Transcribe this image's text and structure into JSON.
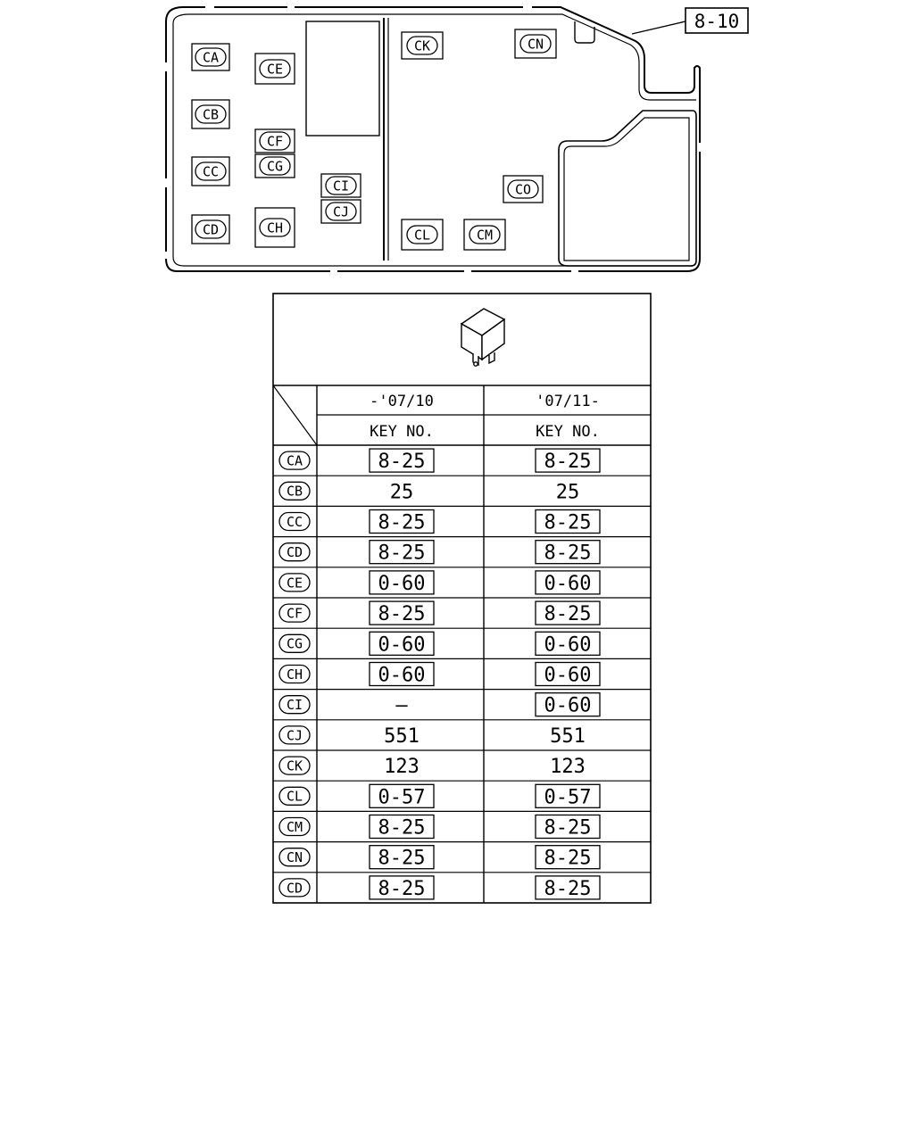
{
  "callout": "8-10",
  "box_labels": {
    "CA": "CA",
    "CB": "CB",
    "CC": "CC",
    "CD": "CD",
    "CE": "CE",
    "CF": "CF",
    "CG": "CG",
    "CH": "CH",
    "CI": "CI",
    "CJ": "CJ",
    "CK": "CK",
    "CL": "CL",
    "CM": "CM",
    "CN": "CN",
    "CO": "CO"
  },
  "table": {
    "columns": [
      "-'07/10",
      "'07/11-"
    ],
    "subheader": "KEY NO.",
    "rows": [
      {
        "code": "CA",
        "values": [
          {
            "text": "8-25",
            "boxed": true
          },
          {
            "text": "8-25",
            "boxed": true
          }
        ]
      },
      {
        "code": "CB",
        "values": [
          {
            "text": "25",
            "boxed": false
          },
          {
            "text": "25",
            "boxed": false
          }
        ]
      },
      {
        "code": "CC",
        "values": [
          {
            "text": "8-25",
            "boxed": true
          },
          {
            "text": "8-25",
            "boxed": true
          }
        ]
      },
      {
        "code": "CD",
        "values": [
          {
            "text": "8-25",
            "boxed": true
          },
          {
            "text": "8-25",
            "boxed": true
          }
        ]
      },
      {
        "code": "CE",
        "values": [
          {
            "text": "0-60",
            "boxed": true
          },
          {
            "text": "0-60",
            "boxed": true
          }
        ]
      },
      {
        "code": "CF",
        "values": [
          {
            "text": "8-25",
            "boxed": true
          },
          {
            "text": "8-25",
            "boxed": true
          }
        ]
      },
      {
        "code": "CG",
        "values": [
          {
            "text": "0-60",
            "boxed": true
          },
          {
            "text": "0-60",
            "boxed": true
          }
        ]
      },
      {
        "code": "CH",
        "values": [
          {
            "text": "0-60",
            "boxed": true
          },
          {
            "text": "0-60",
            "boxed": true
          }
        ]
      },
      {
        "code": "CI",
        "values": [
          {
            "text": "—",
            "boxed": false
          },
          {
            "text": "0-60",
            "boxed": true
          }
        ]
      },
      {
        "code": "CJ",
        "values": [
          {
            "text": "551",
            "boxed": false
          },
          {
            "text": "551",
            "boxed": false
          }
        ]
      },
      {
        "code": "CK",
        "values": [
          {
            "text": "123",
            "boxed": false
          },
          {
            "text": "123",
            "boxed": false
          }
        ]
      },
      {
        "code": "CL",
        "values": [
          {
            "text": "0-57",
            "boxed": true
          },
          {
            "text": "0-57",
            "boxed": true
          }
        ]
      },
      {
        "code": "CM",
        "values": [
          {
            "text": "8-25",
            "boxed": true
          },
          {
            "text": "8-25",
            "boxed": true
          }
        ]
      },
      {
        "code": "CN",
        "values": [
          {
            "text": "8-25",
            "boxed": true
          },
          {
            "text": "8-25",
            "boxed": true
          }
        ]
      },
      {
        "code": "CD",
        "values": [
          {
            "text": "8-25",
            "boxed": true
          },
          {
            "text": "8-25",
            "boxed": true
          }
        ]
      }
    ]
  }
}
